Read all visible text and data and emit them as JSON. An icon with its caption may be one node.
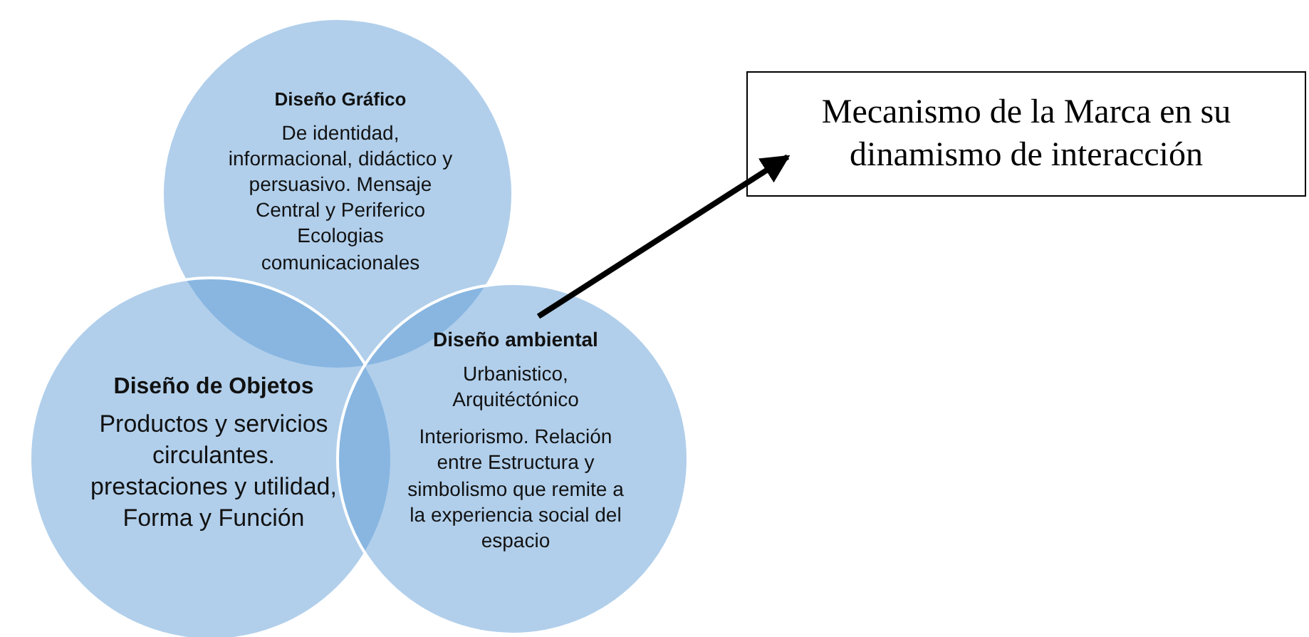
{
  "diagram": {
    "nodes": [
      {
        "text": [
          "Diseño Gráfico",
          "De identidad, informacional, didáctico y persuasivo. Mensaje Central y Periferico Ecologias comunicacionales"
        ]
      },
      {
        "text": [
          "Diseño de Objetos",
          "Productos y servicios circulantes. prestaciones y utilidad, Forma y Función"
        ]
      },
      {
        "text": [
          "Diseño ambiental",
          "Urbanistico, Arquitéctónico",
          "Interiorismo. Relación entre Estructura y simbolismo que remite a la experiencia social del espacio"
        ]
      },
      {
        "text": [
          "Mecanismo de la Marca en su dinamismo de interacción"
        ]
      }
    ],
    "edges": [
      {
        "from": 2,
        "to": 3,
        "arrow": "to"
      }
    ]
  }
}
